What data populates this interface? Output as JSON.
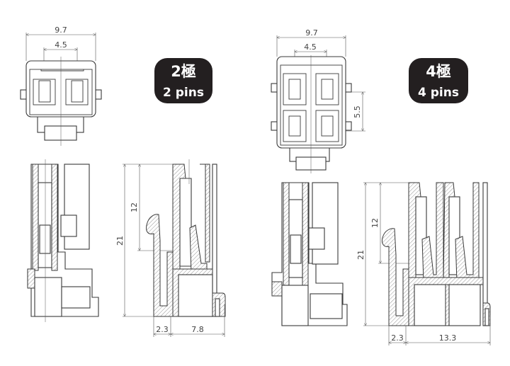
{
  "two_pin": {
    "badge": {
      "jp": "2極",
      "en": "2 pins"
    },
    "front_view": {
      "width_dim": "9.7",
      "pitch_dim": "4.5"
    },
    "section_view": {
      "height_dim": "21",
      "upper_dim": "12",
      "latch_dim": "2.3",
      "depth_dim": "7.8"
    }
  },
  "four_pin": {
    "badge": {
      "jp": "4極",
      "en": "4 pins"
    },
    "front_view": {
      "width_dim": "9.7",
      "pitch_dim": "4.5",
      "row_pitch_dim": "5.5"
    },
    "section_view": {
      "height_dim": "21",
      "upper_dim": "12",
      "latch_dim": "2.3",
      "depth_dim": "13.3"
    }
  },
  "colors": {
    "badge": "#231f20",
    "line": "#3a3a3a"
  }
}
